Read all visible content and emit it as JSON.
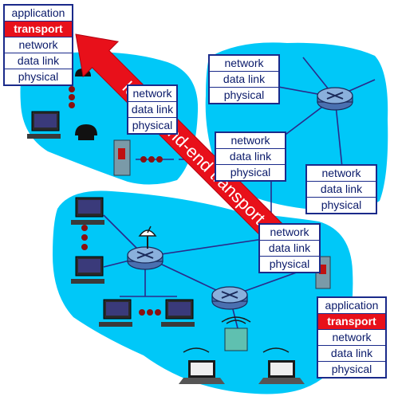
{
  "diagram": {
    "arrow_label": "logical end-end transport",
    "colors": {
      "network_fill": "#00c8f8",
      "arrow": "#e8101a",
      "stack_border": "#1a2a8a",
      "highlight": "#e8101a",
      "link": "#2a2a8a"
    },
    "stacks": {
      "host_left": {
        "layers": [
          "application",
          "transport",
          "network",
          "data link",
          "physical"
        ]
      },
      "router_top": {
        "layers": [
          "network",
          "data link",
          "physical"
        ]
      },
      "router_mid": {
        "layers": [
          "network",
          "data link",
          "physical"
        ]
      },
      "router_right": {
        "layers": [
          "network",
          "data link",
          "physical"
        ]
      },
      "router_left_partial": {
        "layers": [
          "network",
          "data link",
          "physical"
        ]
      },
      "router_bottom_partial": {
        "layers": [
          "network",
          "data link",
          "physical"
        ]
      },
      "host_right": {
        "layers": [
          "application",
          "transport",
          "network",
          "data link",
          "physical"
        ]
      }
    }
  }
}
